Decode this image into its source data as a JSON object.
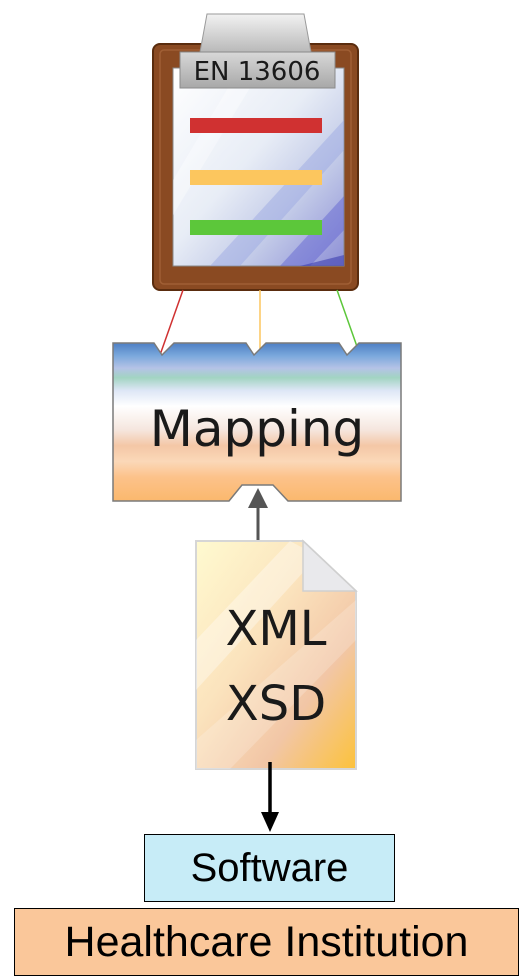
{
  "standard_label": "EN 13606",
  "mapping_label": "Mapping",
  "document": {
    "line1": "XML",
    "line2": "XSD"
  },
  "software_label": "Software",
  "institution_label": "Healthcare Institution",
  "colors": {
    "red_line": "#d03131",
    "yellow_line": "#fcc65e",
    "green_line": "#5cc73a",
    "clipboard_wood": "#8a4a22",
    "software_fill": "#c7ecf7",
    "institution_fill": "#fac79a"
  }
}
